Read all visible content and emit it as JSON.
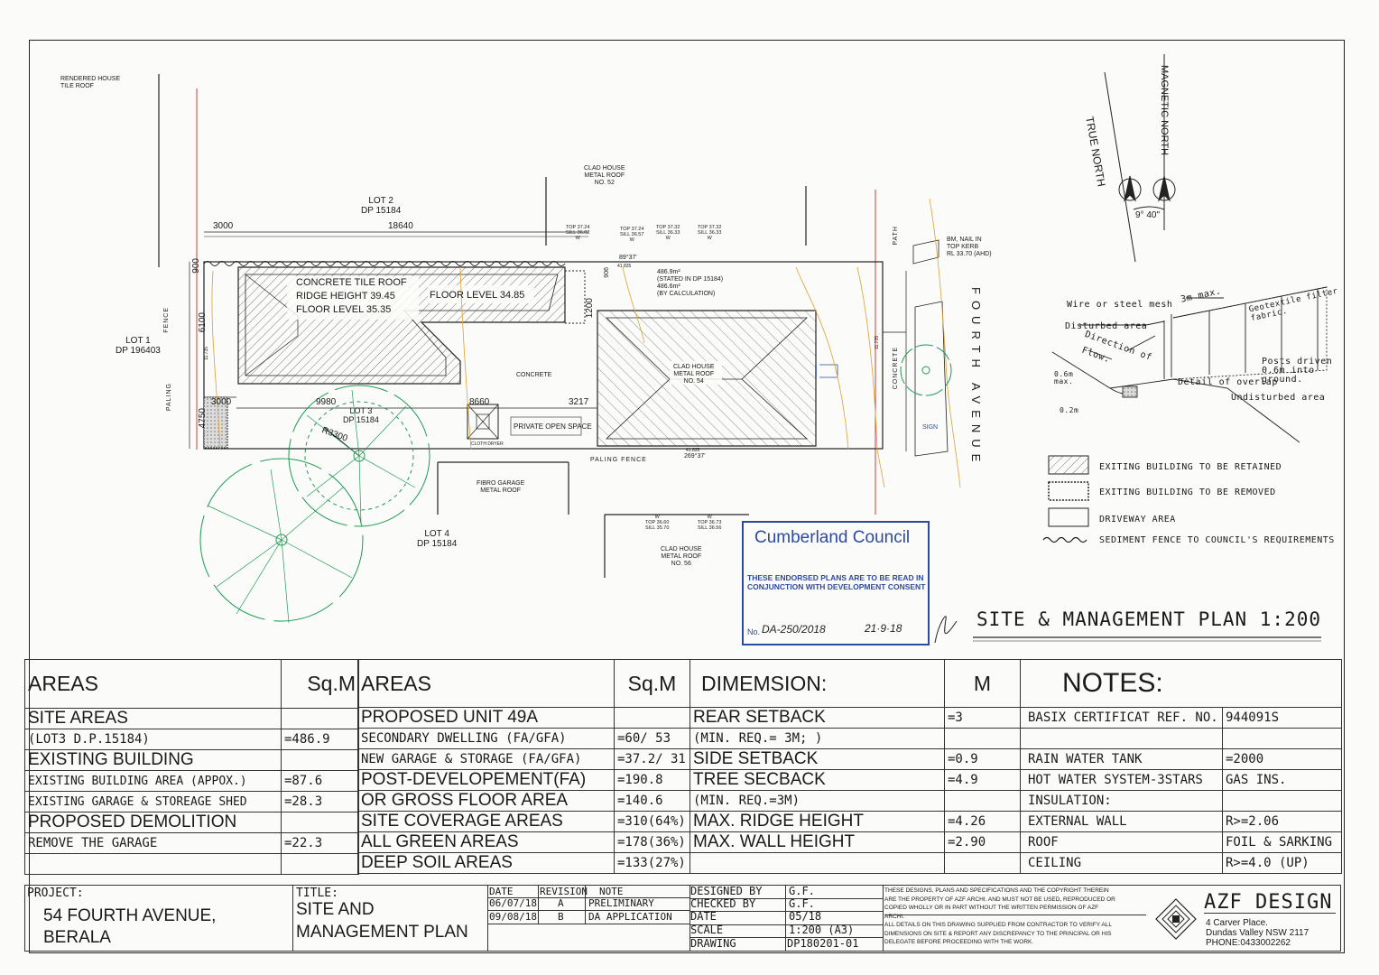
{
  "plan": {
    "title": "SITE & MANAGEMENT PLAN 1:200",
    "north": {
      "true_north": "TRUE NORTH",
      "magnetic_north": "MAGNETIC NORTH",
      "angle": "9° 40\""
    },
    "neighbours": {
      "rendered_house": [
        "RENDERED HOUSE",
        "TILE ROOF"
      ],
      "lot2": [
        "LOT 2",
        "DP 15184"
      ],
      "lot1": [
        "LOT 1",
        "DP 196403"
      ],
      "lot4": [
        "LOT 4",
        "DP 15184"
      ],
      "lot3": [
        "LOT 3",
        "DP 15184"
      ],
      "clad52": [
        "CLAD HOUSE",
        "METAL ROOF",
        "NO. 52"
      ],
      "clad56": [
        "CLAD HOUSE",
        "METAL ROOF",
        "NO. 56"
      ],
      "fibro_garage": [
        "FIBRO GARAGE",
        "METAL ROOF"
      ],
      "bm": [
        "BM, NAIL IN",
        "TOP KERB",
        "RL 33.70 (AHD)"
      ]
    },
    "street": "FOURTH AVENUE",
    "labels": {
      "fence": "FENCE",
      "paling": "PALING",
      "paling_fence": "PALING        FENCE",
      "path": "PATH",
      "concrete": "CONCRETE",
      "concrete_vert": "CONCRETE",
      "clad54": [
        "CLAD HOUSE",
        "METAL ROOF",
        "NO. 54"
      ],
      "private_open_space": "PRIVATE OPEN SPACE",
      "cloth_dryer": "CLOTH DRYER",
      "roof1": "CONCRETE TILE ROOF",
      "roof2": "RIDGE HEIGHT 39.45",
      "roof3": "FLOOR LEVEL 35.35",
      "floor2": "FLOOR LEVEL 34.85",
      "area_note": [
        "486.9m²",
        "(STATED IN DP 15184)",
        "486.6m²",
        "(BY CALCULATION)"
      ],
      "sign": "SIGN",
      "bearing_top": "89°37'",
      "bearing_bottom": "269°37'",
      "dist_top": "41.835",
      "dist_bottom": "41.835"
    },
    "dims": {
      "d3000a": "3000",
      "d18640": "18640",
      "d900": "900",
      "d6100": "6100",
      "d3000b": "3000",
      "d4750": "4750",
      "d9980": "9980",
      "d8660": "8660",
      "d3217": "3217",
      "d1200": "1200",
      "d906": "906",
      "r3300": "R3300",
      "d11735a": "11.735",
      "d11735b": "11.735"
    },
    "windows": [
      [
        "TOP 37.24",
        "SILL 36.02",
        "W"
      ],
      [
        "TOP 37.24",
        "SILL 36.57",
        "W"
      ],
      [
        "TOP 37.32",
        "SILL 36.33",
        "W"
      ],
      [
        "TOP 37.32",
        "SILL 36.33",
        "W"
      ],
      [
        "TOP 36.60",
        "SILL 35.70",
        "W"
      ],
      [
        "TOP 36.73",
        "SILL 36.56",
        "W"
      ]
    ],
    "legend": {
      "retained": "EXITING BUILDING TO BE RETAINED",
      "removed": "EXITING BUILDING TO BE REMOVED",
      "driveway": "DRIVEWAY AREA",
      "sediment": "SEDIMENT FENCE TO COUNCIL'S REQUIREMENTS"
    },
    "detail": {
      "mesh": "Wire or steel mesh",
      "max3m": "3m max.",
      "disturbed": "Disturbed area",
      "direction": "Direction of",
      "flow": "Flow.",
      "geotextile": [
        "Geotextile filter",
        "fabric."
      ],
      "posts": [
        "Posts driven",
        "0.6m into",
        "ground."
      ],
      "overlap": "Detail of overlap",
      "undisturbed": "Undisturbed area",
      "d06": [
        "0.6m",
        "max."
      ],
      "d02": "0.2m"
    },
    "stamp": {
      "council": "Cumberland Council",
      "line1": "THESE ENDORSED PLANS ARE TO BE READ IN",
      "line2": "CONJUNCTION WITH DEVELOPMENT CONSENT",
      "no_label": "No.",
      "da_number": "DA-250/2018",
      "date": "21·9·18"
    },
    "colors": {
      "stamp_blue": "#2c4a9f",
      "tree_green": "#1f9a55",
      "contour_orange": "#e0a030",
      "boundary_red": "#d23b3b"
    }
  },
  "schedule": {
    "areas1": {
      "h1": "AREAS",
      "h2": "Sq.M",
      "rows": [
        [
          "SITE AREAS",
          ""
        ],
        [
          "(LOT3  D.P.15184)",
          "=486.9"
        ],
        [
          "EXISTING BUILDING",
          ""
        ],
        [
          "EXISTING BUILDING AREA (APPOX.)",
          "=87.6"
        ],
        [
          "EXISTING GARAGE & STOREAGE SHED",
          "=28.3"
        ],
        [
          "PROPOSED DEMOLITION",
          ""
        ],
        [
          "REMOVE THE GARAGE",
          "=22.3"
        ],
        [
          "",
          ""
        ]
      ]
    },
    "areas2": {
      "h1": "AREAS",
      "h2": "Sq.M",
      "rows": [
        [
          "PROPOSED UNIT 49A",
          ""
        ],
        [
          "SECONDARY DWELLING (FA/GFA)",
          "=60/ 53"
        ],
        [
          "NEW GARAGE & STORAGE (FA/GFA)",
          "=37.2/ 31"
        ],
        [
          "POST-DEVELOPEMENT(FA)",
          "=190.8"
        ],
        [
          "OR GROSS FLOOR AREA",
          "=140.6"
        ],
        [
          "SITE  COVERAGE AREAS",
          "=310(64%)"
        ],
        [
          "ALL GREEN AREAS",
          "=178(36%)"
        ],
        [
          "DEEP SOIL AREAS",
          "=133(27%)"
        ]
      ]
    },
    "dims": {
      "h1": "DIMEMSION:",
      "h2": "M",
      "rows": [
        [
          "REAR SETBACK",
          "=3"
        ],
        [
          "(MIN. REQ.= 3M; )",
          ""
        ],
        [
          "SIDE SETBACK",
          "=0.9"
        ],
        [
          "TREE SECBACK",
          "=4.9"
        ],
        [
          "(MIN. REQ.=3M)",
          ""
        ],
        [
          "MAX. RIDGE HEIGHT",
          "=4.26"
        ],
        [
          "MAX. WALL HEIGHT",
          "=2.90"
        ],
        [
          "",
          ""
        ]
      ]
    },
    "notes": {
      "h1": "NOTES:",
      "rows": [
        [
          "BASIX CERTIFICAT REF. NO.",
          "944091S"
        ],
        [
          "",
          ""
        ],
        [
          "RAIN WATER TANK",
          "=2000"
        ],
        [
          "HOT WATER SYSTEM-3STARS",
          "GAS INS."
        ],
        [
          "INSULATION:",
          ""
        ],
        [
          "EXTERNAL  WALL",
          "R>=2.06"
        ],
        [
          "ROOF",
          "FOIL & SARKING"
        ],
        [
          "CEILING",
          "R>=4.0 (UP)"
        ]
      ]
    }
  },
  "titleblock": {
    "project_label": "PROJECT:",
    "project": [
      "54 FOURTH AVENUE,",
      "BERALA"
    ],
    "title_label": "TITLE:",
    "title": [
      "SITE AND",
      "MANAGEMENT PLAN"
    ],
    "rev_head": [
      "DATE",
      "REVISION",
      "NOTE"
    ],
    "revs": [
      [
        "06/07/18",
        "A",
        "PRELIMINARY"
      ],
      [
        "09/08/18",
        "B",
        "DA APPLICATION"
      ]
    ],
    "meta": [
      [
        "DESIGNED BY",
        "G.F."
      ],
      [
        "CHECKED BY",
        "G.F."
      ],
      [
        "DATE",
        "05/18"
      ],
      [
        "SCALE",
        "1:200 (A3)"
      ],
      [
        "DRAWING",
        "DP180201-01"
      ]
    ],
    "disclaimer": [
      "THESE DESIGNS, PLANS AND SPECIFICATIONS  AND  THE COPYRIGHT THEREIN",
      "ARE THE PROPERTY OF AZF ARCHI. AND MUST NOT BE USED, REPRODUCED OR",
      "COPIED WHOLLY OR IN PART WITHOUT THE WRITTEN PERMISSION OF AZF",
      "ARCHI.",
      "ALL DETAILS ON THIS DRAWING SUPPLIED FROM CONTRACTOR TO VERIFY ALL",
      "DIMENSIONS ON SITE & REPORT ANY DISCREPANCY TO THE PRINCIPAL OR HIS",
      "DELEGATE BEFORE PROCEEDING WITH THE WORK."
    ],
    "company": "AZF DESIGN",
    "address": [
      "4 Carver Place.",
      "Dundas Valley NSW 2117",
      "PHONE:0433002262"
    ]
  }
}
